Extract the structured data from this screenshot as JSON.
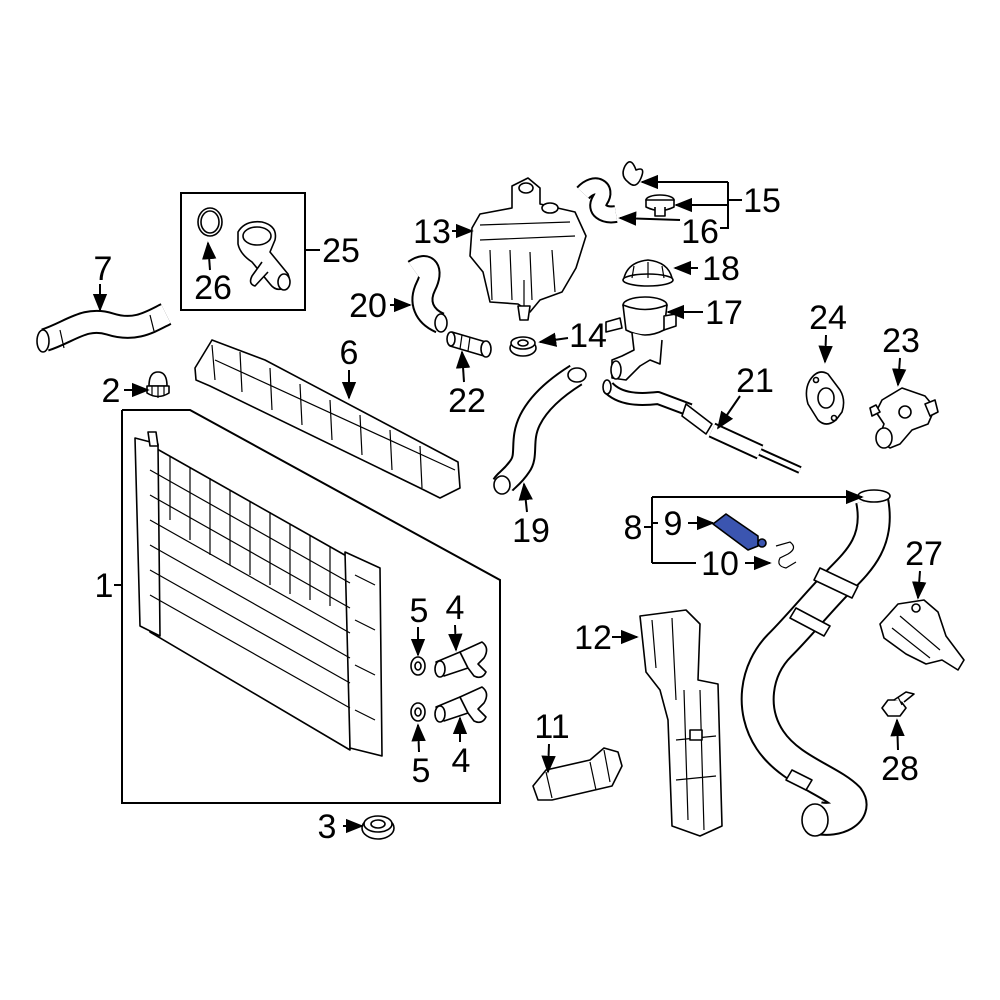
{
  "callouts": {
    "c1": "1",
    "c2": "2",
    "c3": "3",
    "c4a": "4",
    "c4b": "4",
    "c5a": "5",
    "c5b": "5",
    "c6": "6",
    "c7": "7",
    "c8": "8",
    "c9": "9",
    "c10": "10",
    "c11": "11",
    "c12": "12",
    "c13": "13",
    "c14": "14",
    "c15": "15",
    "c16": "16",
    "c17": "17",
    "c18": "18",
    "c19": "19",
    "c20": "20",
    "c21": "21",
    "c22": "22",
    "c23": "23",
    "c24": "24",
    "c25": "25",
    "c26": "26",
    "c27": "27",
    "c28": "28"
  },
  "colors": {
    "line": "#000000",
    "background": "#ffffff",
    "highlight": "#3b55b0"
  }
}
